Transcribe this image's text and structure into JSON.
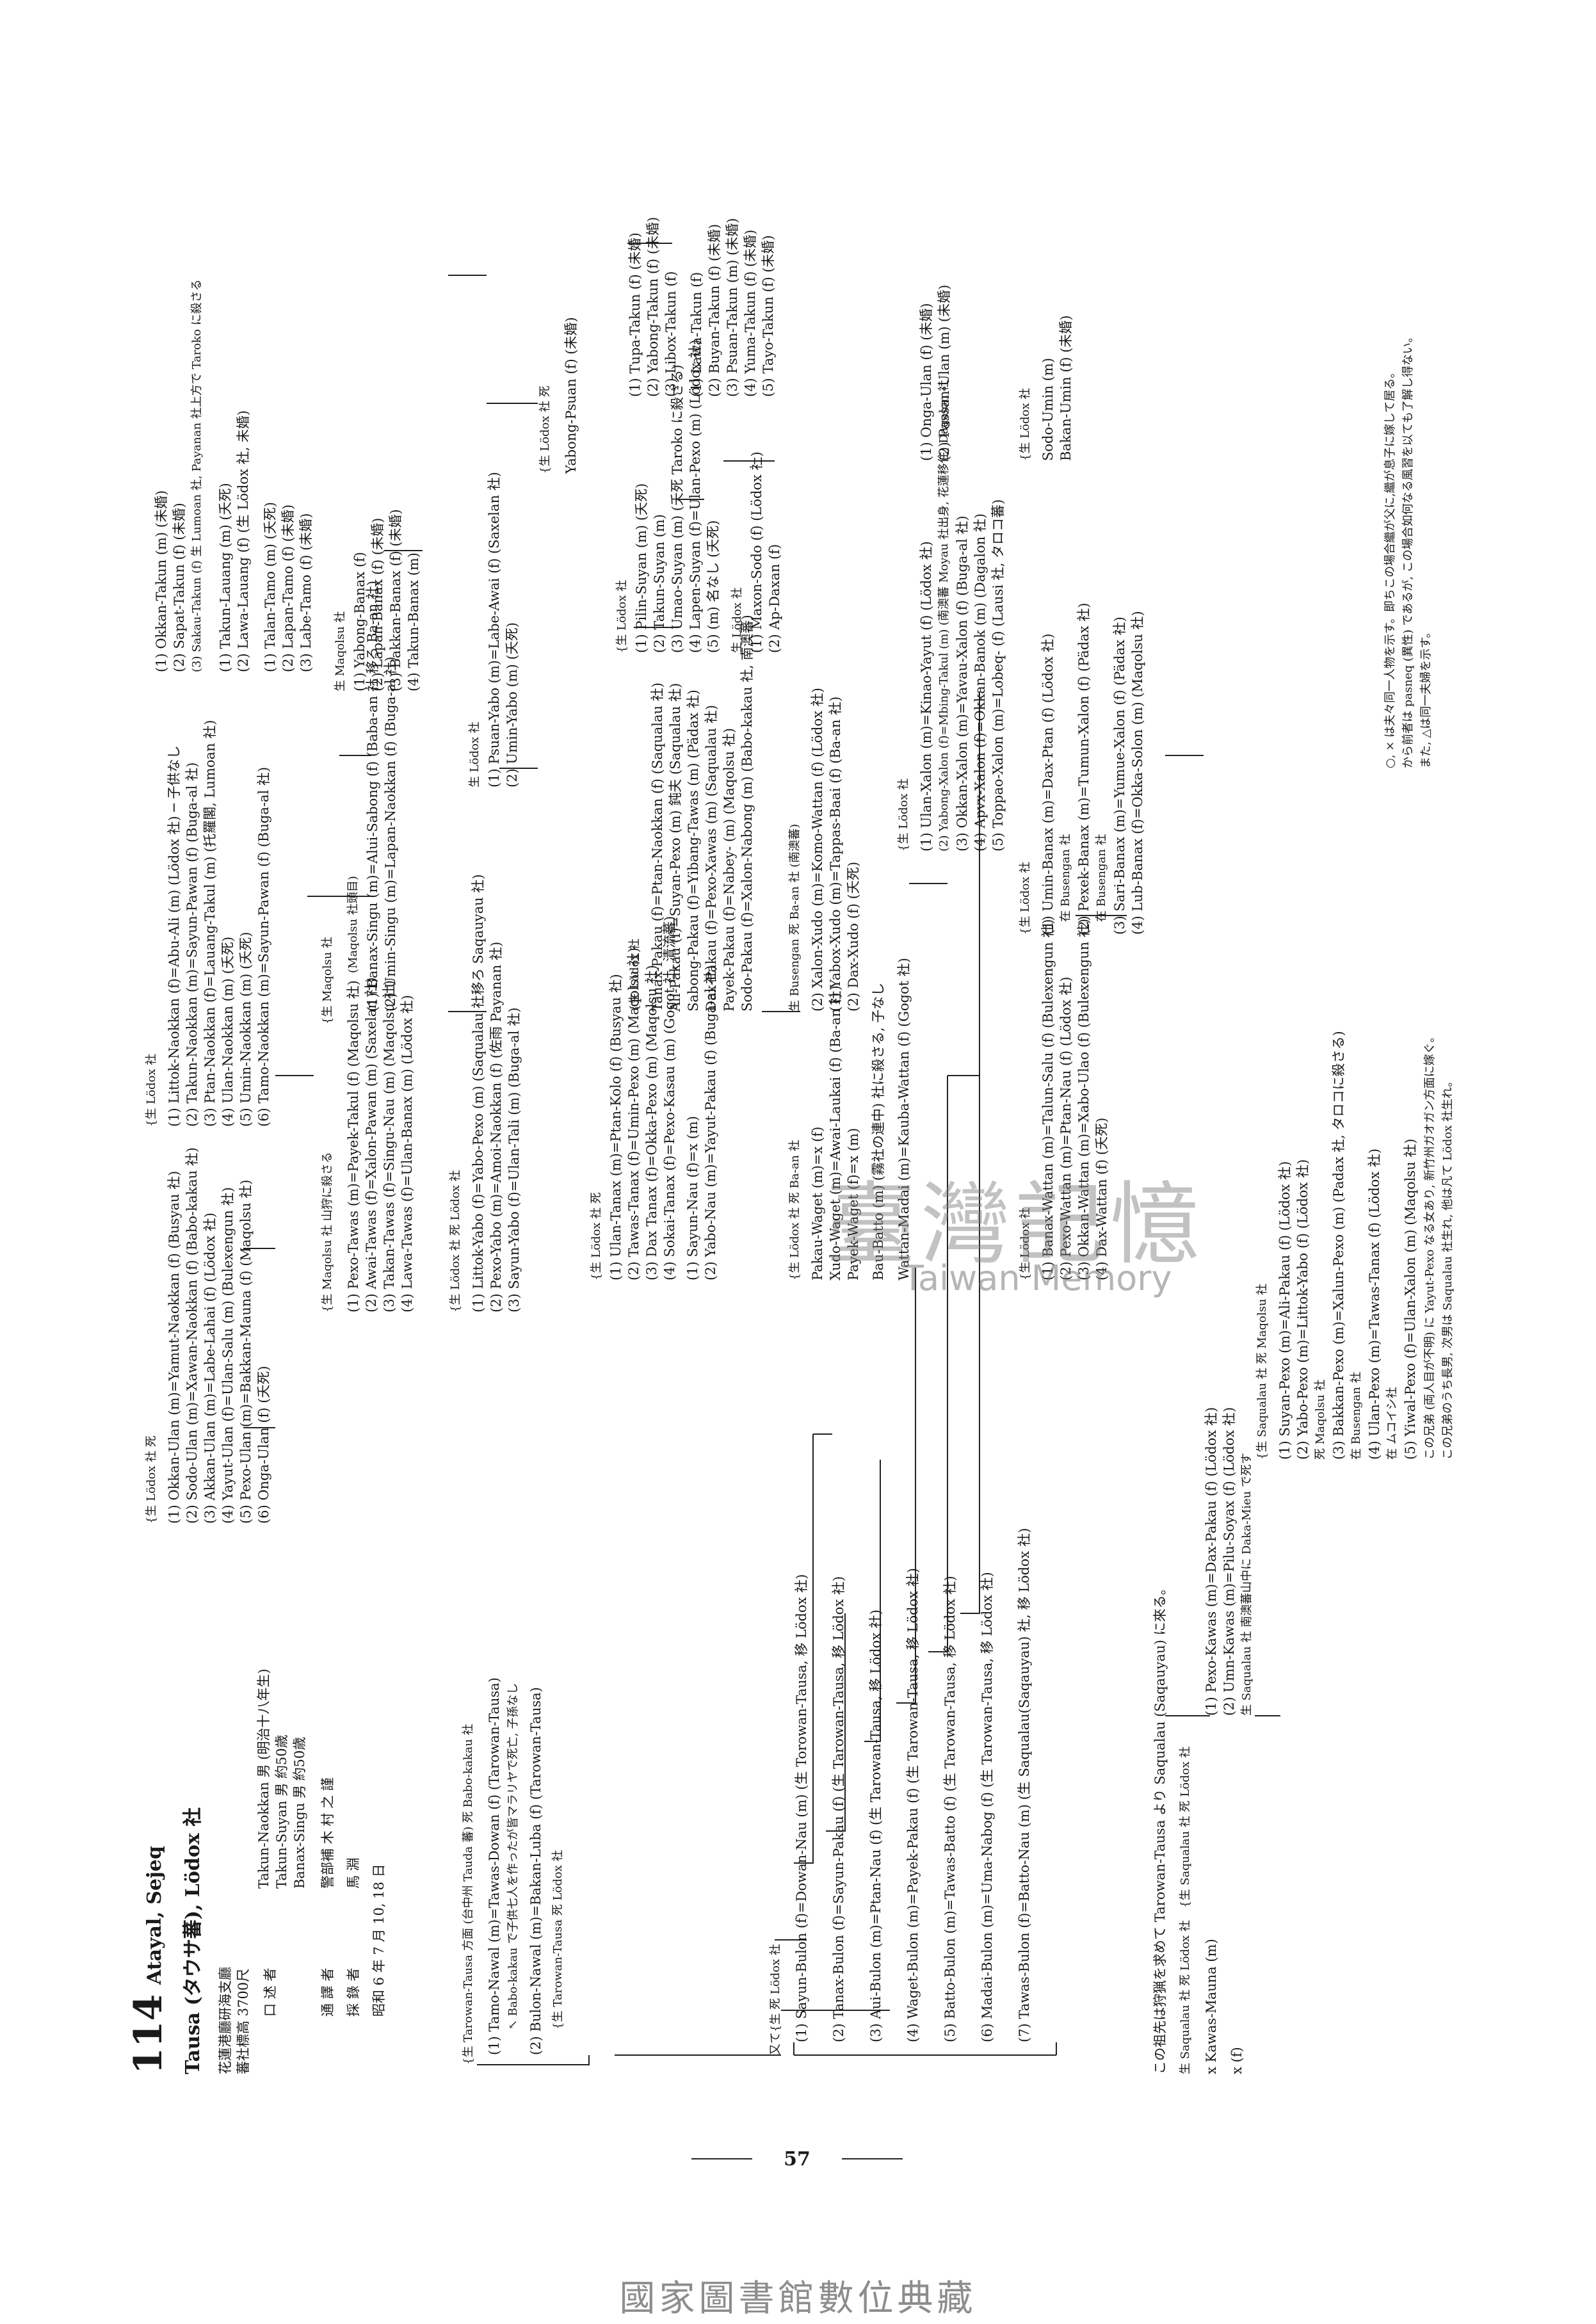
{
  "header": {
    "number": "114",
    "tribe": "Atayal, Sejeq",
    "village": "Tausa (タウサ蕃), Lödox 社",
    "district": "花蓮港廳研海支廳",
    "altitude": "蕃社標高 3700尺",
    "informants_label": "口 述 者",
    "informants": [
      "Takun-Naokkan 男 (明治十八年生)",
      "Takun-Suyan 男 約50歳",
      "Banax-Singu 男 約50歳"
    ],
    "interpreter_label": "通 譯 者",
    "interpreter": "警部補 木 村 之 謹",
    "recorder_label": "採 錄 者",
    "recorder": "馬 淵",
    "date": "昭和 6 年 7 月 10, 18 日"
  },
  "genealogy": [
    "{生 Tarowan-Tausa 方面 (台中州 Tauda 蕃) 死 Babo-kakau 社",
    "(1) Tamo-Nawal (m)=Tawas-Dowan (f) (Tarowan-Tausa)",
    "↖ Babo-kakau で子供七人を作ったが皆マラリヤで死亡, 子孫なし",
    "(2) Bulon-Nawal (m)=Bakan-Luba (f) (Tarowan-Tausa)",
    "{生 Tarowan-Tausa 死 Lödox 社",
    "又て{生 死 Lödox 社",
    "(1) Sayun-Bulon (f)=Dowan-Nau (m) (生 Torowan-Tausa, 移 Lödox 社)",
    "(2) Tanax-Bulon (f)=Sayun-Pakau (f) (生 Tarowan-Tausa, 移 Lödox 社)",
    "(3) Aui-Bulon (m)=Ptan-Nau (f) (生 Tarowan-Tausa, 移 Lödox 社)",
    "(4) Waget-Bulon (m)=Payek-Pakau (f) (生 Tarowan-Tausa, 移 Lödox 社)",
    "(5) Batto-Bulon (m)=Tawas-Batto (f) (生 Tarowan-Tausa, 移 Lödox 社)",
    "(6) Madai-Bulon (m)=Uma-Nabog (f) (生 Tarowan-Tausa, 移 Lödox 社)",
    "(7) Tawas-Bulon (f)=Batto-Nau (m) (生 Saqualau(Saqauyau) 社, 移 Lödox 社)",
    "{生 Lödox 社 死",
    "(1) Okkan-Ulan (m)=Yamut-Naokkan (f) (Busyau 社)",
    "(2) Sodo-Ulan (m)=Xawan-Naokkan (f) (Babo-kakau 社)",
    "(3) Akkan-Ulan (m)=Labe-Lahai (f) (Lödox 社)",
    "(4) Yayut-Ulan (f)=Ulan-Salu (m) (Bulexengun 社)",
    "(5) Pexo-Ulan (m)=Bakkan-Mauna (f) (Maqolsu 社)",
    "(6) Onga-Ulan (f) (夭死)",
    "{生 Lödox 社",
    "(1) Littok-Naokkan (f)=Abu-Ali (m) (Lödox 社) ─ 子供なし",
    "(2) Takun-Naokkan (m)=Sayun-Pawan (f) (Buga-al 社)",
    "(3) Ptan-Naokkan (f)=Lauang-Takul (m) (托羅閣, Lumoan 社)",
    "(4) Ulan-Naokkan (m) (夭死)",
    "(5) Umin-Naokkan (m) (夭死)",
    "(6) Tamo-Naokkan (m)=Sayun-Pawan (f) (Buga-al 社)",
    "(1) Okkan-Takun (m) (未婚)",
    "(2) Sapat-Takun (f) (未婚)",
    "(3) Sakau-Takun (f) 生 Lumoan 社, Payanan 社上方で Taroko に殺さる",
    "(1) Takun-Lauang (m) (夭死)",
    "(2) Lawa-Lauang (f) (生 Lödox 社, 未婚)",
    "(1) Talan-Tamo (m) (夭死)",
    "(2) Lapan-Tamo (f) (未婚)",
    "(3) Labe-Tamo (f) (未婚)",
    "{生 Maqolsu 社 山狩に殺さる",
    "(1) Pexo-Tawas (m)=Payek-Takul (f) (Maqolsu 社)",
    "(2) Awai-Tawas (f)=Xalon-Pawan (m) (Saxelan 社)",
    "(3) Takan-Tawas (f)=Singu-Nau (m) (Maqolsu 社)",
    "(4) Lawa-Tawas (f)=Ulan-Banax (m) (Lödox 社)",
    "{生 Maqolsu 社",
    "(Maqolsu 社頭目)",
    "(1) Banax-Singu (m)=Alui-Sabong (f) (Baba-an 社 移ろ Ba-an 社)",
    "(2) Umin-Singu (m)=Lapan-Naokkan (f) (Buga-al 社)",
    "生 Maqolsu 社",
    "(1) Yabong-Banax (f)",
    "(2) Lapan-Banax (f) (未婚)",
    "(3) Bakkan-Banax (f) (未婚)",
    "(4) Takun-Banax (m)",
    "{生 Lödox 社 死 Lödox 社",
    "(1) Littok-Yabo (f)=Yabo-Pexo (m) (Saqualau 社移ろ Saqauyau 社)",
    "(2) Pexo-Yabo (m)=Amoi-Naokkan (f) (佐雨 Payanan 社)",
    "(3) Sayun-Yabo (f)=Ulan-Tali (m) (Buga-al 社)",
    "生 Lödox 社",
    "(1) Psuan-Yabo (m)=Labe-Awai (f) (Saxelan 社)",
    "(2) Umin-Yabo (m) (夭死)",
    "{生 Lödox 社 死",
    "Yabong-Psuan (f) (未婚)",
    "{生 Lödox 社 死",
    "(1) Ulan-Tanax (m)=Ptan-Kolo (f) (Busyau 社)",
    "(2) Tawas-Tanax (f)=Umin-Pexo (m) (Maqolsu 社)",
    "(3) Dax Tanax (f)=Okka-Pexo (m) (Maqolsu 社)",
    "(4) Sokai-Tanax (f)=Pexo-Kasau (m) (Gogot 社, 清流蕃)",
    "(1) Sayun-Nau (f)=x (m)",
    "(2) Yabo-Nau (m)=Yayut-Pakau (f) (Buga-al 社)",
    "{生 Lödox 社",
    "Tanax-Pakau (f)=Ptan-Naokkan (f) (Saqualau 社)",
    "Ali-Pakau (f)=Suyan-Pexo (m) 鈍夫 (Saqualau 社)",
    "Sabong-Pakau (f)=Yibang-Tawas (m) (Pädax 社)",
    "Dax-Pakau (f)=Pexo-Xawas (m) (Saqualau 社)",
    "Payek-Pakau (f)=Nabey- (m) (Maqolsu 社)",
    "Sodo-Pakau (f)=Xalon-Nabong (m) (Babo-kakau 社, 南澳蕃)",
    "{生 Lödox 社",
    "(1) Pilin-Suyan (m) (夭死)",
    "(2) Takun-Suyan (m)",
    "(3) Umao-Suyan (m) (夭死 Taroko に殺さる)",
    "(4) Lapen-Suyan (f)=Ulan-Pexo (m) (Lödox 社)",
    "(5) (m) 名なし (夭死)",
    "生 Lödox 社",
    "(1) Maxon-Sodo (f) (Lödox 社)",
    "(2) Ap-Daxan (f)",
    "(1) Tupa-Takun (f) (未婚)",
    "(2) Yabong-Takun (f) (未婚)",
    "(3) Libox-Takun (f)",
    "(1) Lawa-Takun (f)",
    "(2) Buyan-Takun (f) (未婚)",
    "(3) Psuan-Takun (m) (未婚)",
    "(4) Yuma-Takun (f) (未婚)",
    "(5) Tayo-Takun (f) (未婚)",
    "{生 Lödox 社 死 Ba-an 社",
    "Pakau-Waget (m)=x (f)",
    "Xudo-Waget (m)=Awai-Laukai (f) (Ba-an 社)",
    "Payek-Waget (f)=x (m)",
    "生 Busengan 死 Ba-an 社 (南澳蕃)",
    "(2) Xalon-Xudo (m)=Komo-Wattan (f) (Lödox 社)",
    "(1) Yabox-Xudo (m)=Tappas-Baai (f) (Ba-an 社)",
    "(2) Dax-Xudo (f) (夭死)",
    "Bau-Batto (m) (霧社の連中) 社に殺さる, 子なし",
    "Wattan-Madai (m)=Kauba-Wattan (f) (Gogot 社)",
    "{生 Lödox 社",
    "(1) Ulan-Xalon (m)=Kinao-Yayut (f) (Lödox 社)",
    "(2) Yabong-Xalon (f)=Mbing-Takul (m) (南澳蕃 Moyau 社出身, 花蓮移住) Dagalon 社",
    "(3) Okkan-Xalon (m)=Yavau-Xalon (f) (Buga-al 社)",
    "(4) Apvx-Xalon (f)=Okkan-Banok (m) (Dagalon 社)",
    "(5) Toppao-Xalon (m)=Lobeq- (f) (Lausi 社, タロコ蕃)",
    "(1) Onga-Ulan (f) (未婚)",
    "(2) Passan-Ulan (m) (未婚)",
    "{生 Lödox 社",
    "(1) Banax-Wattan (m)=Talun-Salu (f) (Bulexengun 社)",
    "(2) Pexo-Wattan (m)=Ptan-Nau (f) (Lödox 社)",
    "(3) Okkan-Wattan (m)=Xabo-Ulao (f) (Bulexengun 社)",
    "(4) Dax-Wattan (f) (夭死)",
    "{生 Lödox 社",
    "(1) Umin-Banax (m)=Dax-Ptan (f) (Lödox 社)",
    "在 Busengan 社",
    "(2) Pexek-Banax (m)=Tumun-Xalon (f) (Pädax 社)",
    "在 Busengan 社",
    "(3) Sari-Banax (m)=Yumue-Xalon (f) (Pädax 社)",
    "(4) Lub-Banax (f)=Okka-Solon (m) (Maqolsu 社)",
    "{生 Lödox 社",
    "Sodo-Umin (m)",
    "Bakan-Umin (f) (未婚)",
    "この祖先は狩猟を求めて Tarowan-Tausa より Saqualau (Saqauyau) に來る。",
    "{生 Saqualau 社 死 Lödox 社",
    "(1) Pexo-Kawas (m)=Dax-Pakau (f) (Lödox 社)",
    "(2) Umn-Kawas (m)=Pilu-Soyax (f) (Lödox 社)",
    "生 Saqualau 社 南澳蕃山中に Daka-Mieu で死す",
    "生 Saqualau 社 死 Lödox 社",
    "x Kawas-Mauna (m)",
    "x (f)",
    "{生 Saqualau 社 死 Maqolsu 社",
    "(1) Suyan-Pexo (m)=Ali-Pakau (f) (Lödox 社)",
    "(2) Yabo-Pexo (m)=Littok-Yabo (f) (Lödox 社)",
    "死 Maqolsu 社",
    "(3) Bakkan-Pexo (m)=Xalun-Pexo (m) (Padax 社, タロコに殺さる)",
    "在 Busengan 社",
    "(4) Ulan-Pexo (m)=Tawas-Tanax (f) (Lödox 社)",
    "在 ムコイシ社",
    "(5) Yiwal-Pexo (f)=Ulan-Xalon (m) (Maqolsu 社)",
    "この兄弟 (両人目が不明) に Yayut-Pexo なる女あり, 新竹州ガオガン方面に嫁ぐ。",
    "この兄弟のうち長男, 次男は Saqualau 社生れ, 他は凡て Lödox 社生れ。",
    "○, × は夫々同一人物を示す。即ちこの場合繼が父に,繼が息子に嫁して居る。",
    "から前者は pasneq (異性) であるが, この場合如何なる風習を以ても了解し得ない。",
    "また, △は同一夫婦を示す。"
  ],
  "footer": {
    "page_number": "57",
    "library": "國家圖書館數位典藏"
  },
  "watermark": {
    "cjk": "臺灣記憶",
    "en": "Taiwan Memory"
  }
}
